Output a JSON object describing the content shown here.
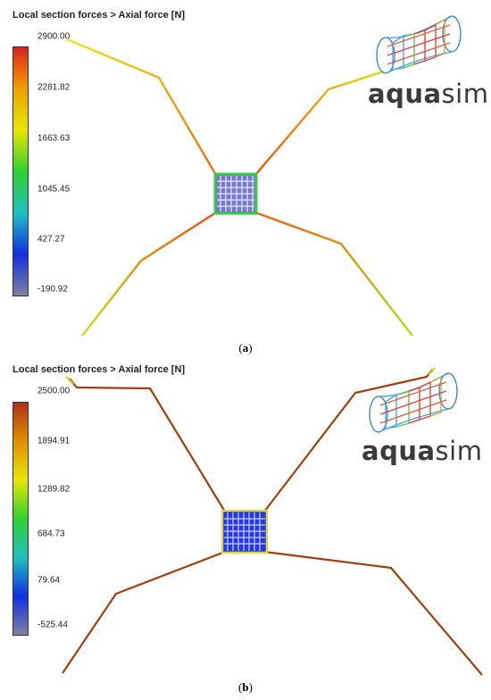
{
  "panels": [
    {
      "id": "a",
      "title": "Local section forces > Axial force [N]",
      "colorbar": {
        "ticks": [
          "2900.00",
          "2281.82",
          "1663.63",
          "1045.45",
          "427.27",
          "-190.92"
        ],
        "colors_top_to_bottom": [
          "#e02020",
          "#f0a000",
          "#e8e800",
          "#30d030",
          "#20c0c0",
          "#1030e0",
          "#8080a0"
        ]
      },
      "caption_label": "a",
      "logo": {
        "bold": "aqua",
        "regular": "sim"
      }
    },
    {
      "id": "b",
      "title": "Local section forces > Axial force [N]",
      "colorbar": {
        "ticks": [
          "2500.00",
          "1894.91",
          "1289.82",
          "684.73",
          "79.64",
          "-525.44"
        ],
        "colors_top_to_bottom": [
          "#b03018",
          "#e09000",
          "#e8e800",
          "#30d030",
          "#20c0c0",
          "#1030e0",
          "#8080a0"
        ]
      },
      "caption_label": "b",
      "logo": {
        "bold": "aqua",
        "regular": "sim"
      }
    }
  ]
}
